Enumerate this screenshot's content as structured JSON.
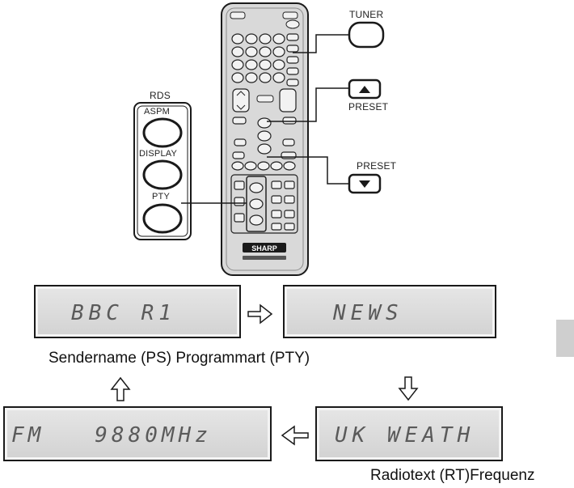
{
  "remote": {
    "rds_group_label": "RDS",
    "buttons": [
      "ASPM",
      "DISPLAY",
      "PTY"
    ],
    "brand": "SHARP"
  },
  "callouts": {
    "tuner_label": "TUNER",
    "preset_up_label": "PRESET",
    "preset_down_label": "PRESET"
  },
  "displays": {
    "ps_text": "BBC R1",
    "pty_text": "NEWS",
    "rt_text": "UK WEATH",
    "freq_text": "FM   9880MHz"
  },
  "captions": {
    "top": "Sendername (PS) Programmart (PTY)",
    "bottom": "Radiotext (RT)Frequenz"
  },
  "colors": {
    "line": "#1a1a1a",
    "lcd_text": "#5a5a5a",
    "remote_body": "#d9d9d9"
  }
}
